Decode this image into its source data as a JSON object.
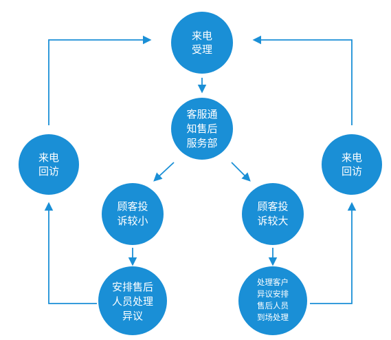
{
  "colors": {
    "node": "#1a8fd6",
    "edge": "#1a8fd6",
    "text": "#ffffff"
  },
  "nodes": {
    "call_intake": {
      "lines": [
        "来电",
        "受理"
      ]
    },
    "cs_notify": {
      "lines": [
        "客服通",
        "知售后",
        "服务部"
      ]
    },
    "callback_left": {
      "lines": [
        "来电",
        "回访"
      ]
    },
    "callback_right": {
      "lines": [
        "来电",
        "回访"
      ]
    },
    "complaint_small": {
      "lines": [
        "顾客投",
        "诉较小"
      ]
    },
    "complaint_large": {
      "lines": [
        "顾客投",
        "诉较大"
      ]
    },
    "arrange_staff": {
      "lines": [
        "安排售后",
        "人员处理",
        "异议"
      ]
    },
    "handle_objection": {
      "lines": [
        "处理客户",
        "异议安排",
        "售后人员",
        "到场处理"
      ]
    }
  }
}
